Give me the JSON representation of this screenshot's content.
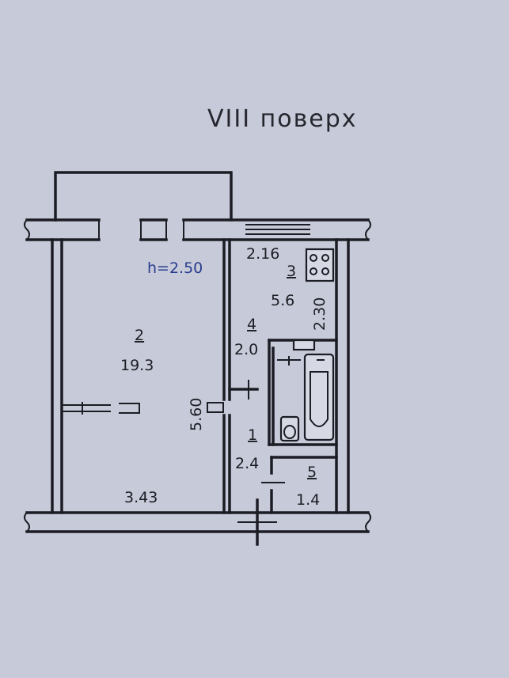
{
  "floor": {
    "title": "VIII поверх"
  },
  "ceiling": {
    "height_label": "h=2.50"
  },
  "rooms": [
    {
      "number": "1",
      "area": "2.4"
    },
    {
      "number": "2",
      "area": "19.3"
    },
    {
      "number": "3",
      "area": "5.6"
    },
    {
      "number": "4",
      "area": "2.0"
    },
    {
      "number": "5",
      "area": "1.4"
    }
  ],
  "dimensions": {
    "room2_width": "3.43",
    "room2_length": "5.60",
    "kitchen_width": "2.16",
    "kitchen_length": "2.30"
  },
  "colors": {
    "background": "#c7cbd9",
    "lines": "#1c1c24",
    "height_label": "#2a3c8e"
  },
  "fixtures": [
    "stove-icon",
    "bathtub-icon",
    "toilet-icon",
    "sink-icon"
  ]
}
